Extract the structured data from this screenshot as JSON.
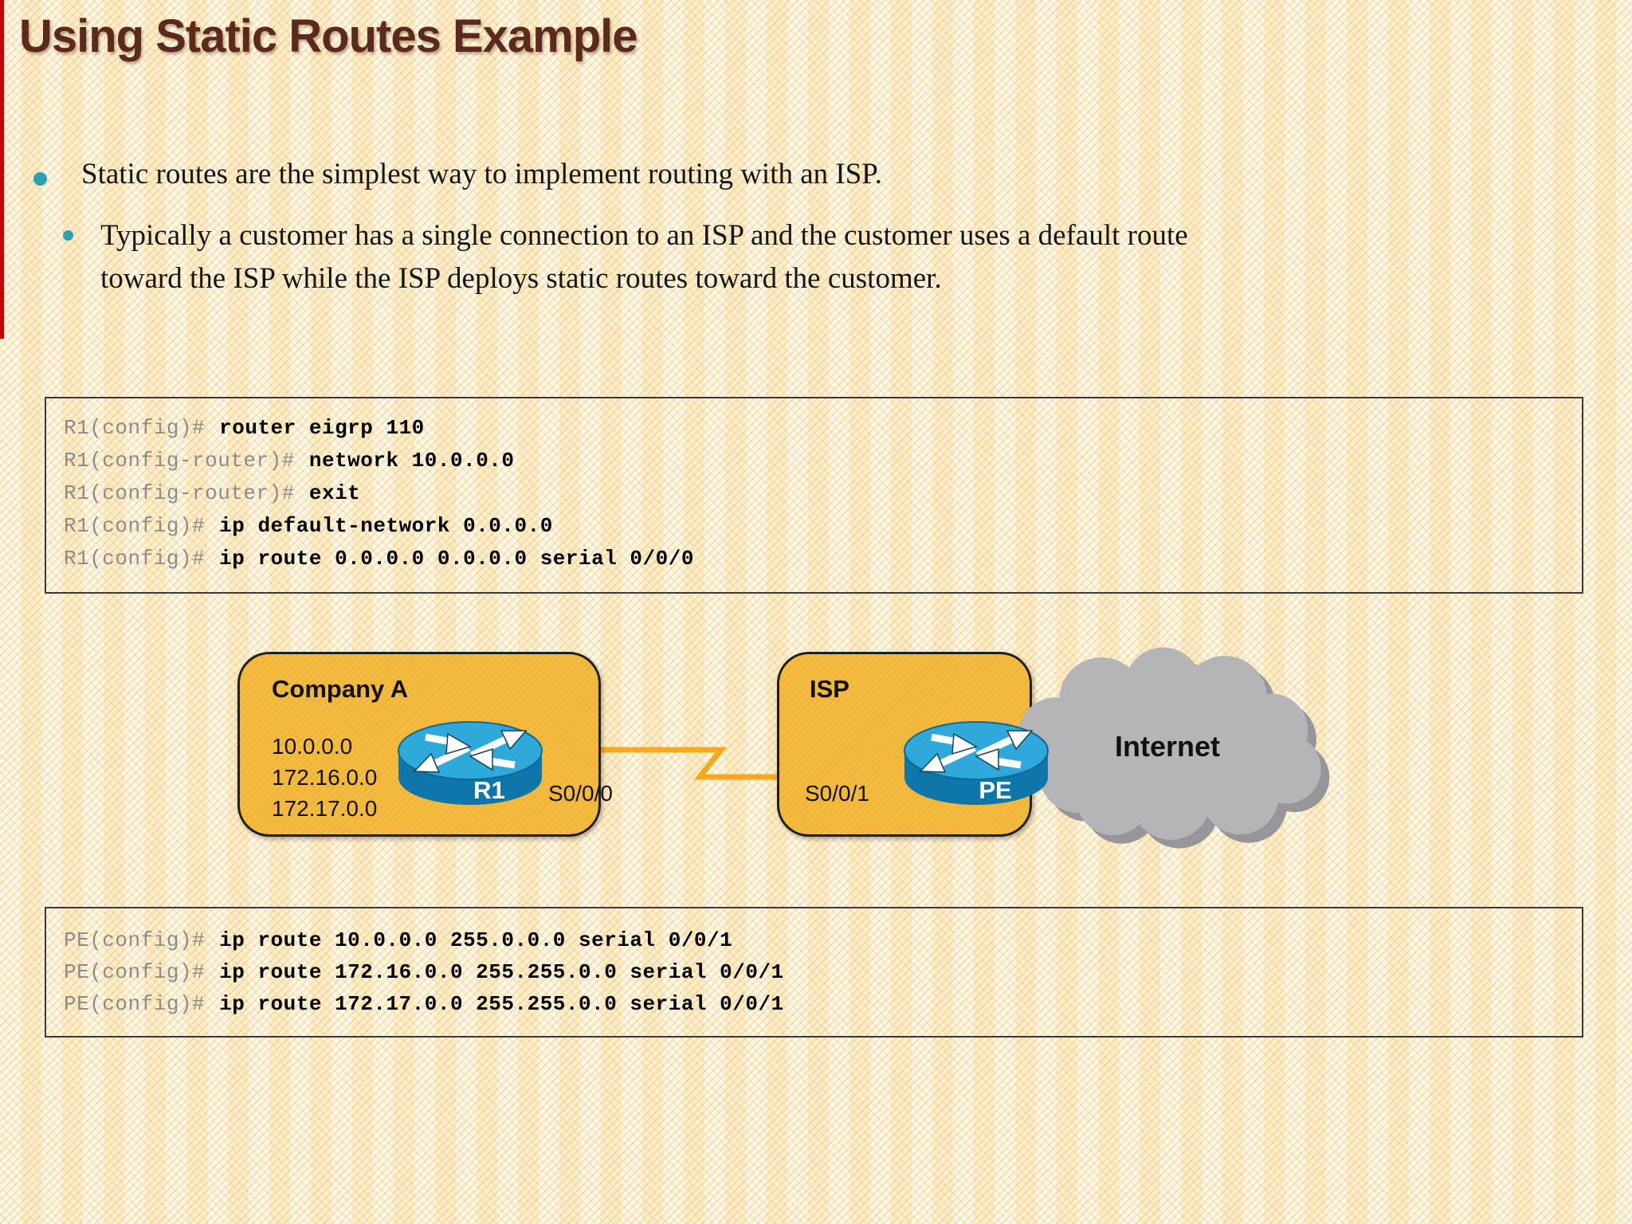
{
  "slide": {
    "title": "Using Static Routes Example",
    "bullets": {
      "level1": "Static routes are the simplest way to implement routing with an ISP.",
      "level2_line1": "Typically a customer has a single connection to an ISP and the customer uses a default route",
      "level2_line2": "toward the ISP while the ISP deploys static routes toward the customer."
    },
    "code_block_r1": {
      "lines": [
        {
          "prompt": "R1(config)#",
          "command": "router eigrp 110"
        },
        {
          "prompt": "R1(config-router)#",
          "command": "network 10.0.0.0"
        },
        {
          "prompt": "R1(config-router)#",
          "command": "exit"
        },
        {
          "prompt": "R1(config)#",
          "command": "ip default-network 0.0.0.0"
        },
        {
          "prompt": "R1(config)#",
          "command": "ip route 0.0.0.0 0.0.0.0 serial 0/0/0"
        }
      ]
    },
    "diagram": {
      "company_a": {
        "title": "Company A",
        "networks": [
          "10.0.0.0",
          "172.16.0.0",
          "172.17.0.0"
        ],
        "router_label": "R1",
        "interface_label": "S0/0/0"
      },
      "isp": {
        "title": "ISP",
        "router_label": "PE",
        "interface_label": "S0/0/1"
      },
      "internet": {
        "label": "Internet"
      }
    },
    "code_block_pe": {
      "lines": [
        {
          "prompt": "PE(config)#",
          "command": "ip route 10.0.0.0 255.0.0.0 serial 0/0/1"
        },
        {
          "prompt": "PE(config)#",
          "command": "ip route 172.16.0.0 255.255.0.0 serial 0/0/1"
        },
        {
          "prompt": "PE(config)#",
          "command": "ip route 172.17.0.0 255.255.0.0 serial 0/0/1"
        }
      ]
    },
    "colors": {
      "title": "#5B2A1D",
      "accent_bar": "#C90000",
      "bullet_dot": "#2E9FB4",
      "box_fill": "#F2B636",
      "router_top": "#2FA8DC",
      "router_body": "#0E76A8",
      "serial_link": "#F7A81C",
      "cloud": "#B5B5B8",
      "code_prompt": "#8C8C8C"
    }
  }
}
